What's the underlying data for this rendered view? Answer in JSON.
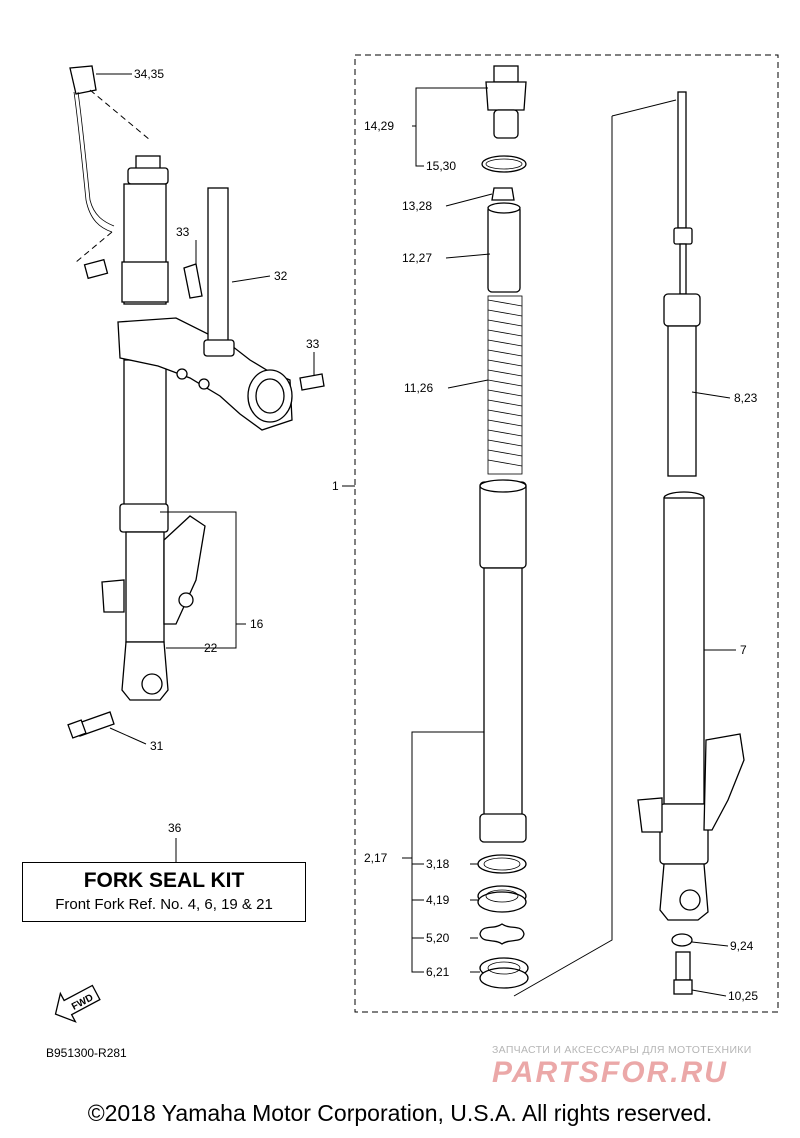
{
  "labels": {
    "p1": "1",
    "p2_17": "2,17",
    "p3_18": "3,18",
    "p4_19": "4,19",
    "p5_20": "5,20",
    "p6_21": "6,21",
    "p7": "7",
    "p8_23": "8,23",
    "p9_24": "9,24",
    "p10_25": "10,25",
    "p11_26": "11,26",
    "p12_27": "12,27",
    "p13_28": "13,28",
    "p14_29": "14,29",
    "p15_30": "15,30",
    "p16": "16",
    "p22": "22",
    "p31": "31",
    "p32": "32",
    "p33a": "33",
    "p33b": "33",
    "p34_35": "34,35",
    "p36": "36"
  },
  "kit": {
    "title": "FORK SEAL KIT",
    "subtitle": "Front Fork Ref. No. 4, 6, 19 & 21"
  },
  "fwd_badge": "FWD",
  "diagram_code": "B951300-R281",
  "watermark": {
    "subtitle": "ЗАПЧАСТИ И АКСЕССУАРЫ ДЛЯ МОТОТЕХНИКИ",
    "main": "PARTSFOR.RU"
  },
  "copyright": "©2018 Yamaha Motor Corporation, U.S.A. All rights reserved."
}
